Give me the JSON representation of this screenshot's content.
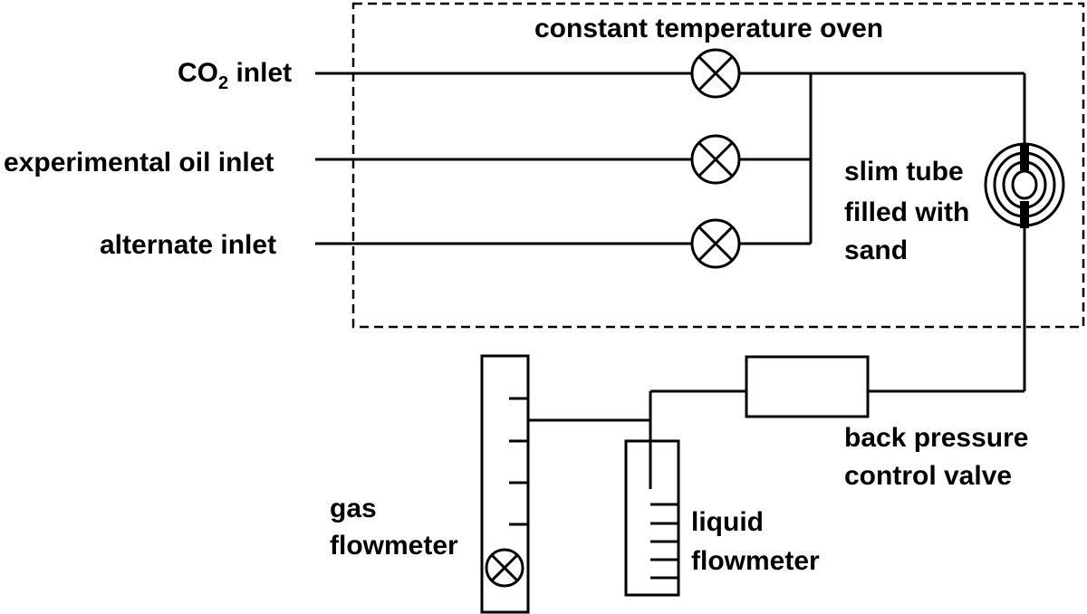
{
  "labels": {
    "oven": "constant temperature oven",
    "co2_inlet_main": "CO",
    "co2_inlet_sub": "2",
    "co2_inlet_rest": " inlet",
    "oil_inlet": "experimental oil inlet",
    "alternate_inlet": "alternate  inlet",
    "slim_tube_line1": "slim tube",
    "slim_tube_line2": "filled with",
    "slim_tube_line3": "sand",
    "back_pressure_line1": "back pressure",
    "back_pressure_line2": "control valve",
    "gas_flowmeter_line1": "gas",
    "gas_flowmeter_line2": "flowmeter",
    "liquid_flowmeter_line1": "liquid",
    "liquid_flowmeter_line2": "flowmeter"
  },
  "icons": {
    "inlet_valve": "valve-cross-circle-icon",
    "slim_tube": "coil-icon",
    "gas_float": "flowmeter-float-icon"
  },
  "colors": {
    "line": "#000000",
    "background": "#ffffff"
  }
}
